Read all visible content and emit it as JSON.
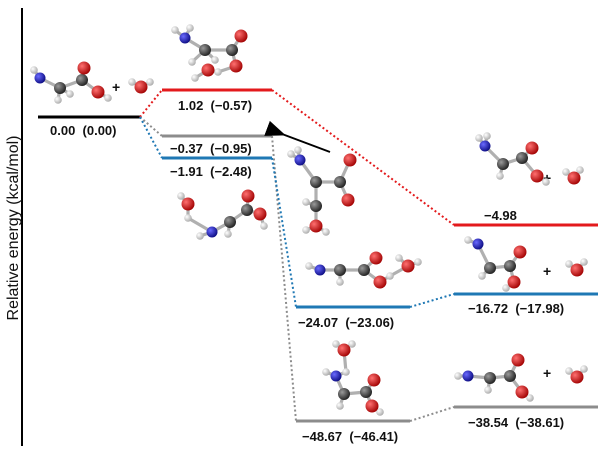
{
  "axis": {
    "ylabel": "Relative energy (kcal/mol)"
  },
  "colors": {
    "red": "#e31a1c",
    "blue": "#1f78b4",
    "gray": "#8c8c8c",
    "black": "#000000",
    "carbon": "#3a3a3a",
    "oxygen": "#d40000",
    "nitrogen": "#1a1aa6",
    "hydrogen": "#e6e6e6"
  },
  "levels": {
    "reactant": "0.00  (0.00)",
    "ts_red": "1.02  (−0.57)",
    "ts_gray": "−0.37  (−0.95)",
    "ts_blue": "−1.91  (−2.48)",
    "prod_red": "−4.98",
    "int_blue": "−24.07  (−23.06)",
    "prod_blue": "−16.72  (−17.98)",
    "int_gray": "−48.67  (−46.41)",
    "prod_gray": "−38.54  (−38.61)"
  },
  "plus_sign": "+"
}
